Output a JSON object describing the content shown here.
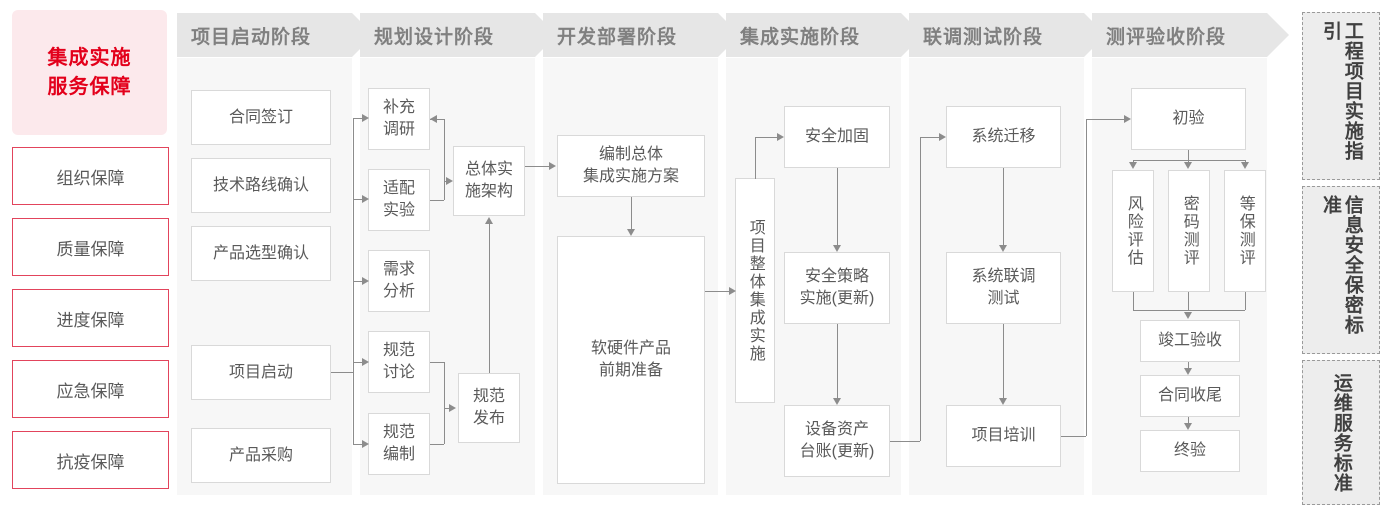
{
  "hero": {
    "line1": "集成实施",
    "line2": "服务保障",
    "bg_color": "#fce9ec",
    "text_color": "#e3001b"
  },
  "guarantees": [
    {
      "label": "组织保障"
    },
    {
      "label": "质量保障"
    },
    {
      "label": "进度保障"
    },
    {
      "label": "应急保障"
    },
    {
      "label": "抗疫保障"
    }
  ],
  "phases": [
    {
      "title": "项目启动阶段",
      "nodes": [
        {
          "label": "合同签订"
        },
        {
          "label": "技术路线确认"
        },
        {
          "label": "产品选型确认"
        },
        {
          "label": "项目启动"
        },
        {
          "label": "产品采购"
        }
      ]
    },
    {
      "title": "规划设计阶段",
      "nodes": [
        {
          "label": "补充\n调研"
        },
        {
          "label": "适配\n实验"
        },
        {
          "label": "需求\n分析"
        },
        {
          "label": "规范\n讨论"
        },
        {
          "label": "规范\n编制"
        },
        {
          "label": "总体实\n施架构"
        },
        {
          "label": "规范\n发布"
        }
      ]
    },
    {
      "title": "开发部署阶段",
      "nodes": [
        {
          "label": "编制总体\n集成实施方案"
        },
        {
          "label": "软硬件产品\n前期准备"
        }
      ]
    },
    {
      "title": "集成实施阶段",
      "nodes": [
        {
          "label": "项目整体集成实施"
        },
        {
          "label": "安全加固"
        },
        {
          "label": "安全策略\n实施(更新)"
        },
        {
          "label": "设备资产\n台账(更新)"
        }
      ]
    },
    {
      "title": "联调测试阶段",
      "nodes": [
        {
          "label": "系统迁移"
        },
        {
          "label": "系统联调\n测试"
        },
        {
          "label": "项目培训"
        }
      ]
    },
    {
      "title": "测评验收阶段",
      "nodes": [
        {
          "label": "初验"
        },
        {
          "label": "风险评估"
        },
        {
          "label": "密码测评"
        },
        {
          "label": "等保测评"
        },
        {
          "label": "竣工验收"
        },
        {
          "label": "合同收尾"
        },
        {
          "label": "终验"
        }
      ]
    }
  ],
  "standards": [
    {
      "label": "工程项目实施指引"
    },
    {
      "label": "信息安全保密标准"
    },
    {
      "label": "运维服务标准"
    }
  ]
}
